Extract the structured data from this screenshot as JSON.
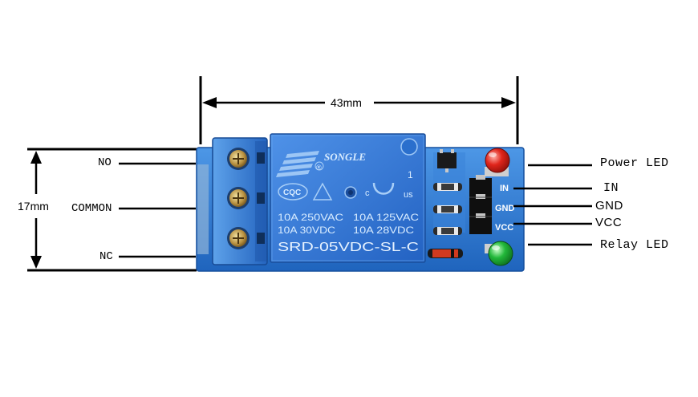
{
  "dimensions": {
    "width": "43mm",
    "height": "17mm"
  },
  "left_terminals": [
    "NO",
    "COMMON",
    "NC"
  ],
  "right_labels": {
    "power_led": "Power LED",
    "in": "IN",
    "gnd": "GND",
    "vcc": "VCC",
    "relay_led": "Relay LED"
  },
  "relay": {
    "brand": "SONGLE",
    "registered": "®",
    "cert_cqc": "CQC",
    "cert_ul_c": "c",
    "cert_ul_us": "us",
    "cert_number": "1",
    "rating_row1_left": "10A 250VAC",
    "rating_row1_right": "10A 125VAC",
    "rating_row2_left": "10A 30VDC",
    "rating_row2_right": "10A 28VDC",
    "model": "SRD-05VDC-SL-C"
  },
  "pcb_silkscreen": {
    "in": "IN",
    "gnd": "GND",
    "vcc": "VCC"
  },
  "colors": {
    "pcb": "#2f7fd6",
    "terminal_block": "#2d6fc4",
    "relay_body": "#2f74d4",
    "power_led": "#e0251b",
    "relay_led": "#22b83a",
    "line": "#000000"
  }
}
